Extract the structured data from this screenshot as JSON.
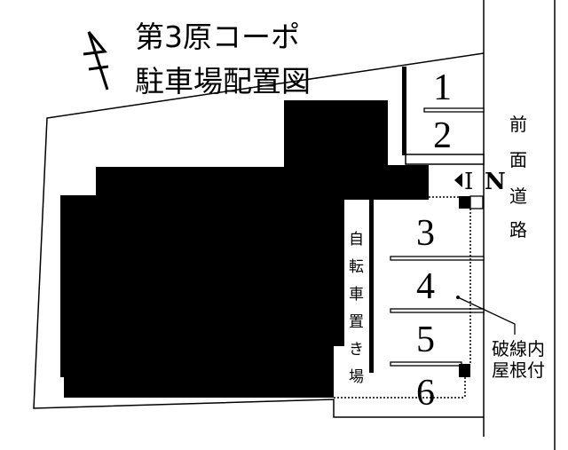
{
  "title": {
    "line1": "第3原コーポ",
    "line2": "駐車場配置図"
  },
  "spaces": [
    "1",
    "2",
    "3",
    "4",
    "5",
    "6"
  ],
  "entrance": {
    "i": "I",
    "n": "N"
  },
  "road_label": [
    "前",
    "面",
    "道",
    "路"
  ],
  "bicycle_label": [
    "自",
    "転",
    "車",
    "置",
    "き",
    "場"
  ],
  "roof_note": {
    "line1": "破線内",
    "line2": "屋根付"
  }
}
